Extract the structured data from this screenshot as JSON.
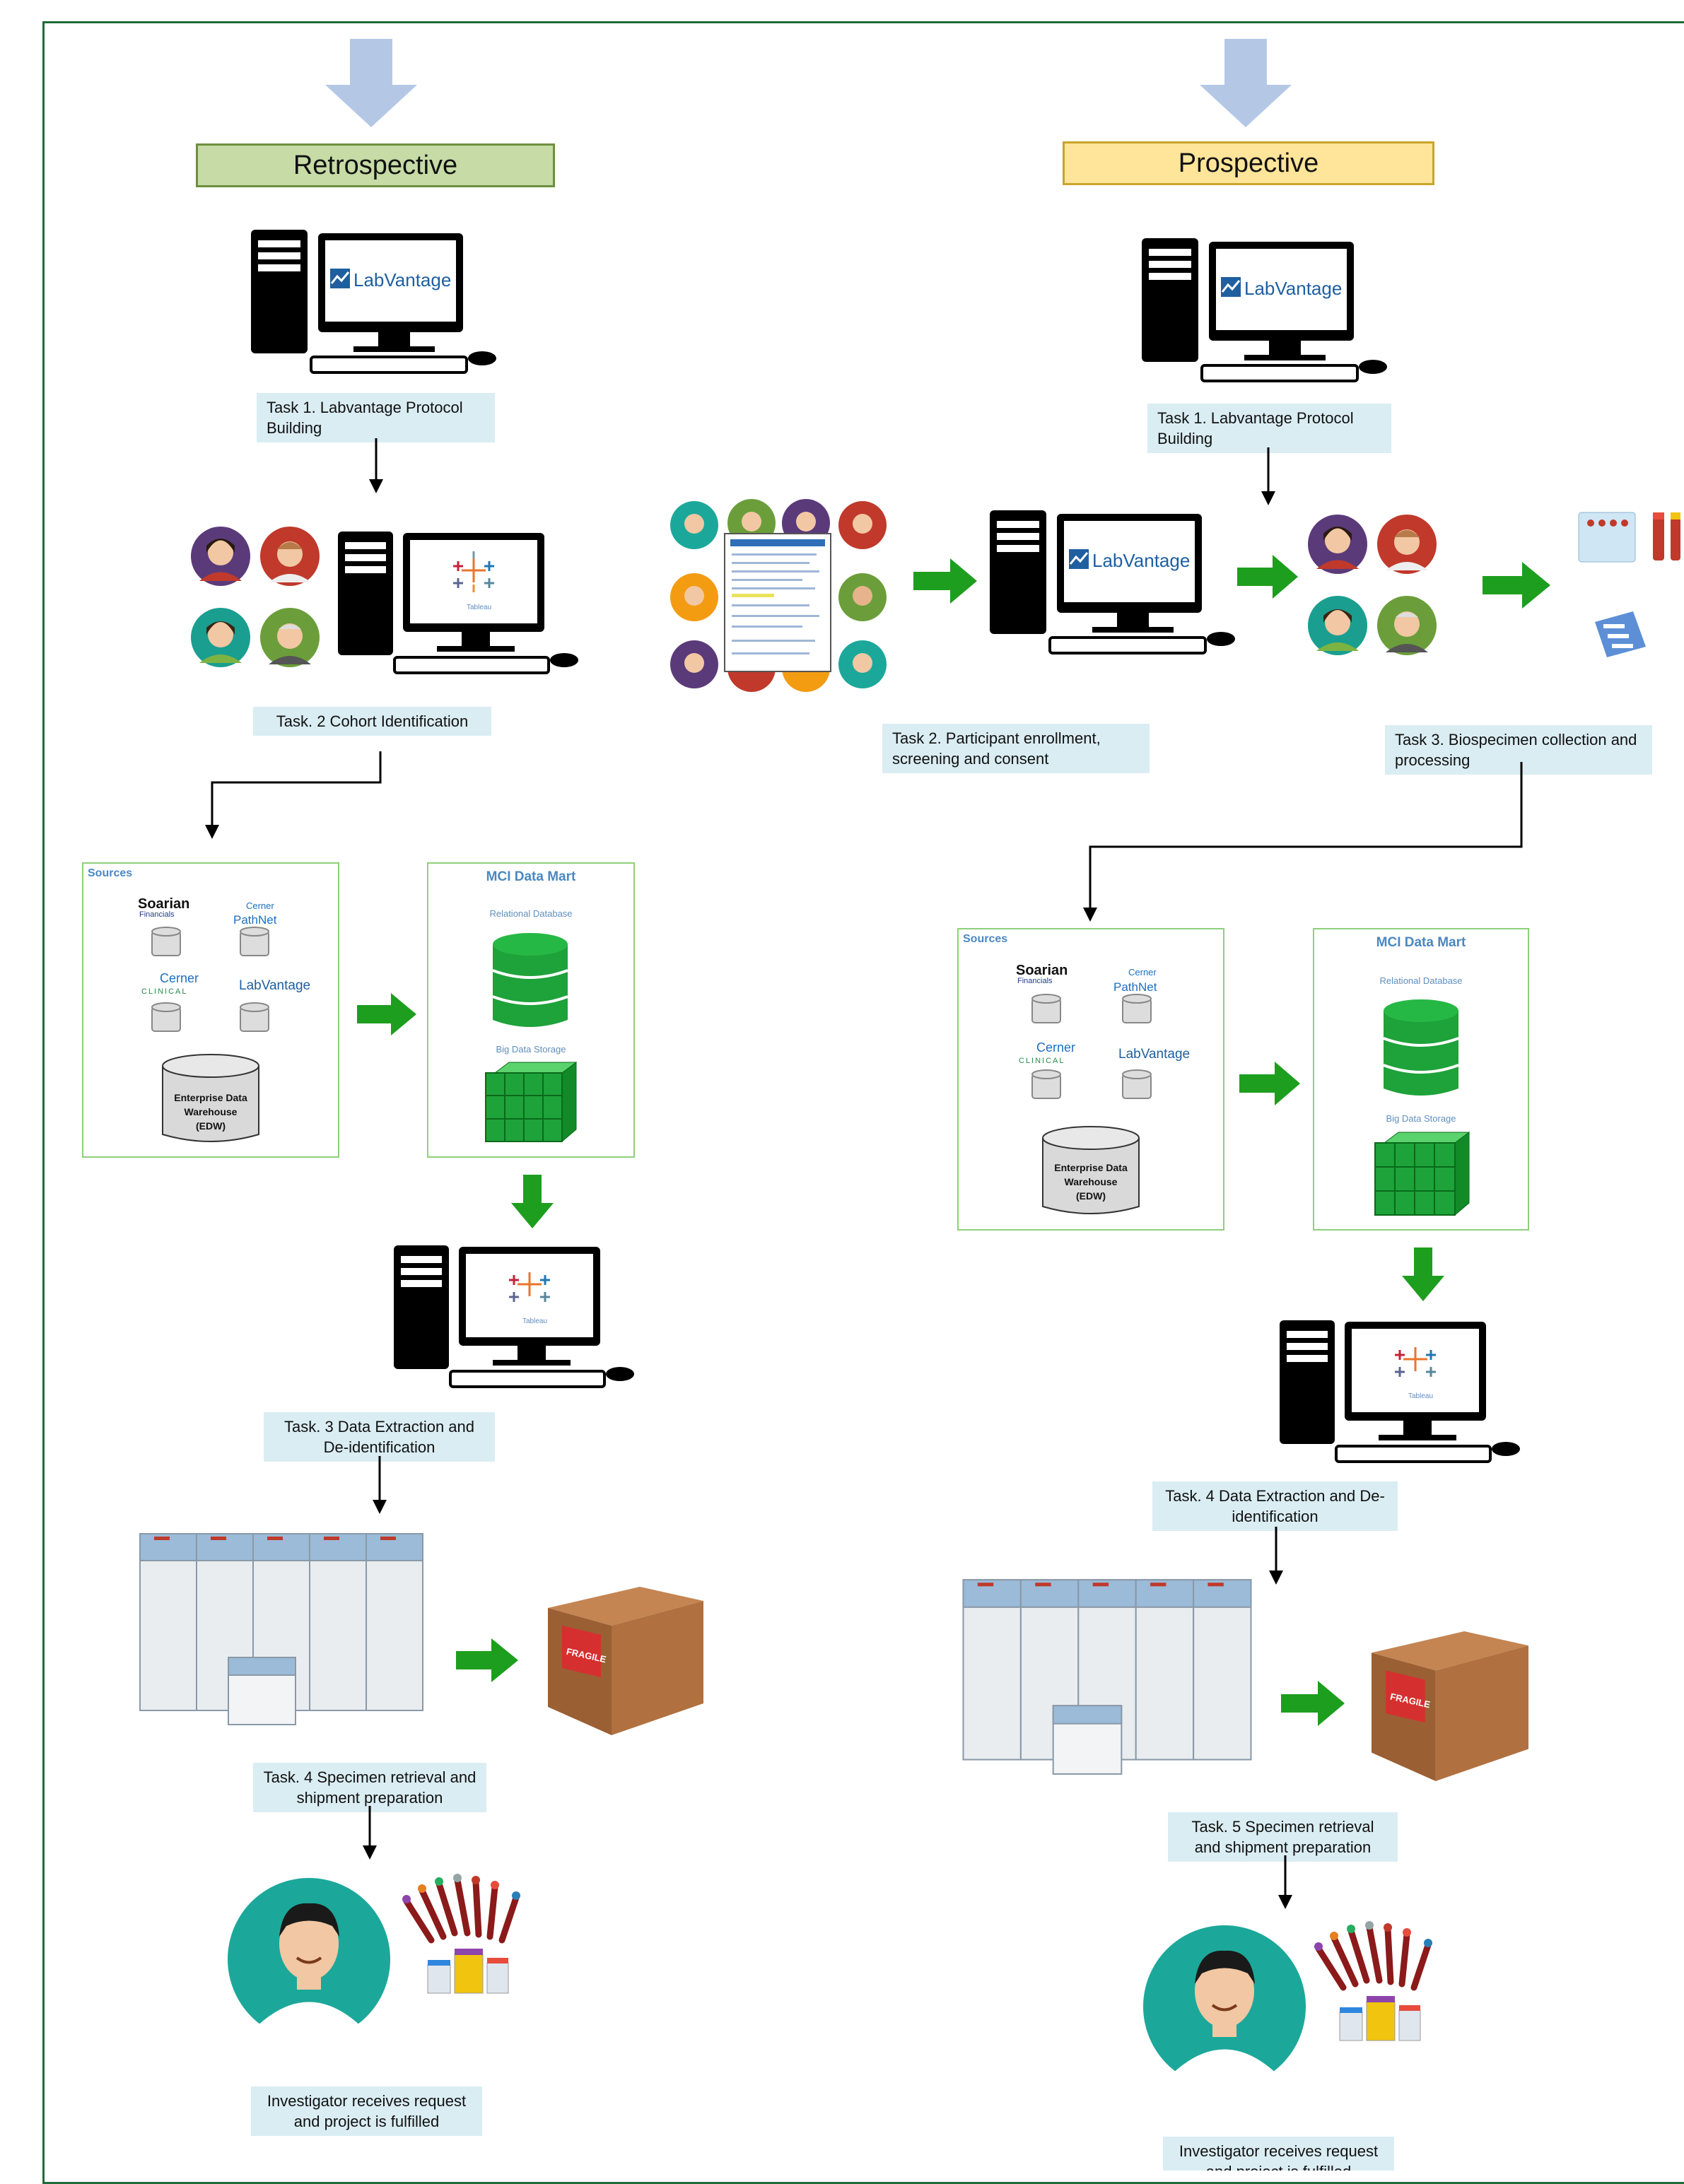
{
  "columns": {
    "retrospective": {
      "heading": "Retrospective",
      "tasks": [
        "Task 1. Labvantage Protocol Building",
        "Task. 2 Cohort Identification",
        "Task. 3 Data Extraction and De-identification",
        "Task. 4 Specimen retrieval and shipment preparation"
      ],
      "final": "Investigator receives request and project is fulfilled"
    },
    "prospective": {
      "heading": "Prospective",
      "tasks": [
        "Task 1. Labvantage Protocol Building",
        "Task 2. Participant enrollment, screening and consent",
        "Task 3. Biospecimen collection and processing",
        "Task. 4 Data Extraction and De-identification",
        "Task. 5 Specimen retrieval and shipment preparation"
      ],
      "final": "Investigator receives request and project is fulfilled"
    }
  },
  "software": {
    "labvantage": "LabVantage",
    "tableau": "Tableau"
  },
  "data_mart": {
    "sources_label": "Sources",
    "mart_title": "MCI Data Mart",
    "relational": "Relational Database",
    "bigdata": "Big Data Storage",
    "soarian": "Soarian",
    "soarian_sub": "Financials",
    "cerner": "Cerner",
    "pathnet": "PathNet",
    "clinical": "CLINICAL",
    "edw_line1": "Enterprise Data",
    "edw_line2": "Warehouse",
    "edw_line3": "(EDW)"
  },
  "box_label": {
    "fragile": "FRAGILE"
  },
  "colors": {
    "green_arrow": "#1e9e1e",
    "blue_arrow": "#b4c8e6",
    "task_bg": "#daedf3",
    "retro_head": "#c6dba5",
    "pro_head": "#ffe599"
  }
}
